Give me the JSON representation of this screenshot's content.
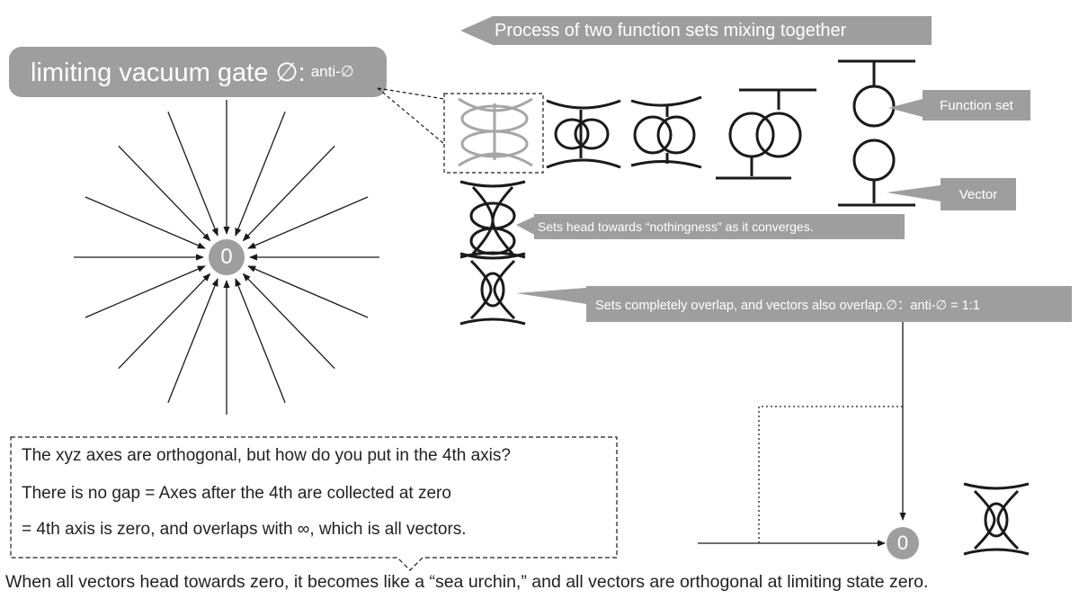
{
  "banner": {
    "text": "Process of two function sets mixing together"
  },
  "gate_title": {
    "text_main": "limiting vacuum gate ∅:",
    "text_small": "anti-∅"
  },
  "callouts": {
    "function_set": "Function set",
    "vector": "Vector",
    "nothingness": "Sets head towards “nothingness” as it converges.",
    "overlap": "Sets completely overlap, and vectors also overlap.∅：anti-∅ = 1:1"
  },
  "zero_label": "0",
  "note_box": {
    "lines": [
      "The xyz axes are orthogonal, but how do you put in the 4th axis?",
      "There is no gap = Axes after the 4th are collected at zero",
      "= 4th axis is zero, and overlaps with ∞, which is all vectors."
    ]
  },
  "bottom_caption": "When all vectors head towards zero, it becomes like a “sea urchin,” and all vectors are orthogonal at limiting state zero.",
  "colors": {
    "label_bg": "#9e9e9e",
    "stroke": "#1a1a1a",
    "faded_stroke": "#a6a6a6",
    "text": "#222222"
  }
}
